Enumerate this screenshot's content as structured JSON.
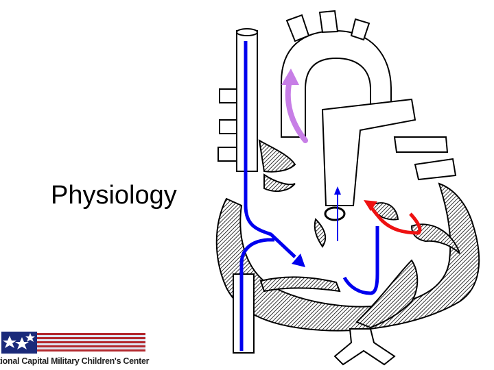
{
  "slide": {
    "title": "Physiology",
    "footer": "ational Capital Military Children's Center"
  },
  "colors": {
    "blue_flow": "#0000ee",
    "purple_flow": "#c77ee6",
    "red_flow": "#ee1111",
    "logo_navy": "#1a2a7a",
    "logo_red": "#b3282d"
  },
  "icons": [
    "heart-diagram",
    "logo-stars-icon"
  ]
}
